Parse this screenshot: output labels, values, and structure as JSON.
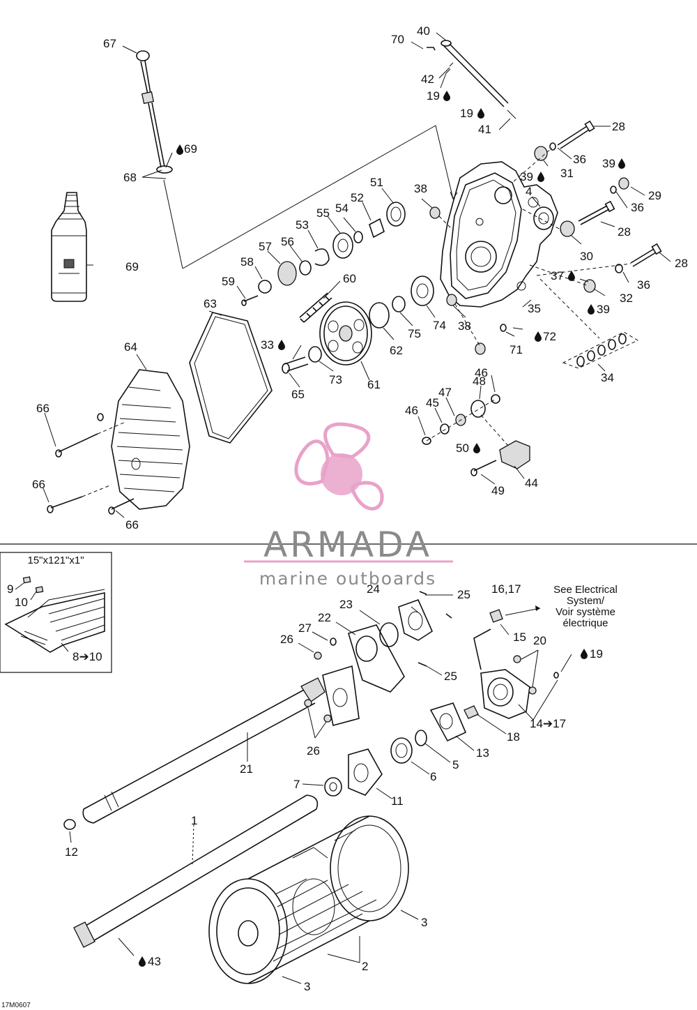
{
  "doc_ref": "17M0607",
  "watermark": {
    "brand": "ARMADA",
    "tagline": "marine outboards",
    "accent": "#e9a2c9",
    "text_color": "#8a8a8a"
  },
  "inset": {
    "size": "15\"x121\"x1\""
  },
  "electrical_note": {
    "line1": "See Electrical",
    "line2": "System/",
    "line3": "Voir système",
    "line4": "électrique"
  },
  "callouts": [
    {
      "id": "67",
      "text": "67"
    },
    {
      "id": "70",
      "text": "70"
    },
    {
      "id": "40",
      "text": "40"
    },
    {
      "id": "42",
      "text": "42"
    },
    {
      "id": "19a",
      "text": "19"
    },
    {
      "id": "19b",
      "text": "19"
    },
    {
      "id": "41",
      "text": "41"
    },
    {
      "id": "28a",
      "text": "28"
    },
    {
      "id": "69a",
      "text": "69"
    },
    {
      "id": "36a",
      "text": "36"
    },
    {
      "id": "68",
      "text": "68"
    },
    {
      "id": "39a",
      "text": "39"
    },
    {
      "id": "31",
      "text": "31"
    },
    {
      "id": "39b",
      "text": "39"
    },
    {
      "id": "29",
      "text": "29"
    },
    {
      "id": "51",
      "text": "51"
    },
    {
      "id": "38a",
      "text": "38"
    },
    {
      "id": "4",
      "text": "4"
    },
    {
      "id": "36b",
      "text": "36"
    },
    {
      "id": "52",
      "text": "52"
    },
    {
      "id": "55",
      "text": "55"
    },
    {
      "id": "54",
      "text": "54"
    },
    {
      "id": "28b",
      "text": "28"
    },
    {
      "id": "53",
      "text": "53"
    },
    {
      "id": "57",
      "text": "57"
    },
    {
      "id": "56",
      "text": "56"
    },
    {
      "id": "30",
      "text": "30"
    },
    {
      "id": "28c",
      "text": "28"
    },
    {
      "id": "58",
      "text": "58"
    },
    {
      "id": "69b",
      "text": "69"
    },
    {
      "id": "37",
      "text": "37"
    },
    {
      "id": "36c",
      "text": "36"
    },
    {
      "id": "59",
      "text": "59"
    },
    {
      "id": "60",
      "text": "60"
    },
    {
      "id": "32",
      "text": "32"
    },
    {
      "id": "63",
      "text": "63"
    },
    {
      "id": "74",
      "text": "74"
    },
    {
      "id": "35",
      "text": "35"
    },
    {
      "id": "39c",
      "text": "39"
    },
    {
      "id": "38b",
      "text": "38"
    },
    {
      "id": "75",
      "text": "75"
    },
    {
      "id": "72",
      "text": "72"
    },
    {
      "id": "33",
      "text": "33"
    },
    {
      "id": "64",
      "text": "64"
    },
    {
      "id": "62",
      "text": "62"
    },
    {
      "id": "71",
      "text": "71"
    },
    {
      "id": "34",
      "text": "34"
    },
    {
      "id": "73",
      "text": "73"
    },
    {
      "id": "61",
      "text": "61"
    },
    {
      "id": "65",
      "text": "65"
    },
    {
      "id": "48",
      "text": "48"
    },
    {
      "id": "46a",
      "text": "46"
    },
    {
      "id": "47",
      "text": "47"
    },
    {
      "id": "66a",
      "text": "66"
    },
    {
      "id": "46b",
      "text": "46"
    },
    {
      "id": "45",
      "text": "45"
    },
    {
      "id": "50",
      "text": "50"
    },
    {
      "id": "66b",
      "text": "66"
    },
    {
      "id": "44",
      "text": "44"
    },
    {
      "id": "49",
      "text": "49"
    },
    {
      "id": "66c",
      "text": "66"
    },
    {
      "id": "9",
      "text": "9"
    },
    {
      "id": "10",
      "text": "10"
    },
    {
      "id": "8to10",
      "text": "8➔10"
    },
    {
      "id": "16_17",
      "text": "16,17"
    },
    {
      "id": "24",
      "text": "24"
    },
    {
      "id": "25a",
      "text": "25"
    },
    {
      "id": "23",
      "text": "23"
    },
    {
      "id": "22",
      "text": "22"
    },
    {
      "id": "15",
      "text": "15"
    },
    {
      "id": "27",
      "text": "27"
    },
    {
      "id": "26a",
      "text": "26"
    },
    {
      "id": "20",
      "text": "20"
    },
    {
      "id": "19c",
      "text": "19"
    },
    {
      "id": "25b",
      "text": "25"
    },
    {
      "id": "14to17",
      "text": "14➔17"
    },
    {
      "id": "18",
      "text": "18"
    },
    {
      "id": "26b",
      "text": "26"
    },
    {
      "id": "13",
      "text": "13"
    },
    {
      "id": "5",
      "text": "5"
    },
    {
      "id": "21",
      "text": "21"
    },
    {
      "id": "6",
      "text": "6"
    },
    {
      "id": "7",
      "text": "7"
    },
    {
      "id": "11",
      "text": "11"
    },
    {
      "id": "1",
      "text": "1"
    },
    {
      "id": "12",
      "text": "12"
    },
    {
      "id": "3a",
      "text": "3"
    },
    {
      "id": "43",
      "text": "43"
    },
    {
      "id": "2",
      "text": "2"
    },
    {
      "id": "3b",
      "text": "3"
    }
  ]
}
